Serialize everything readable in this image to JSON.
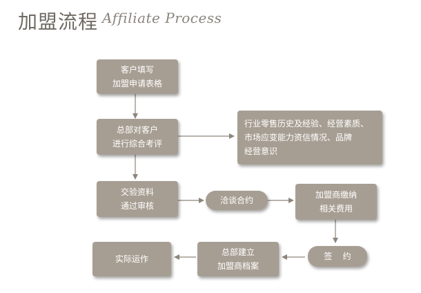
{
  "header": {
    "title_cn": "加盟流程",
    "title_en": "Affiliate Process"
  },
  "steps": {
    "fill_form": {
      "line1": "客户填写",
      "line2": "加盟申请表格"
    },
    "evaluate": {
      "line1": "总部对客户",
      "line2": "进行综合考评"
    },
    "criteria": {
      "line1": "行业零售历史及经验、经营素质、",
      "line2": "市场应变能力资信情况、品牌",
      "line3": "经营意识"
    },
    "submit": {
      "line1": "交验资料",
      "line2": "通过审核"
    },
    "negotiate": {
      "line1": "洽谈合约"
    },
    "pay": {
      "line1": "加盟商缴纳",
      "line2": "相关费用"
    },
    "sign": {
      "line1": "签    约"
    },
    "archive": {
      "line1": "总部建立",
      "line2": "加盟商档案"
    },
    "operate": {
      "line1": "实际运作"
    }
  },
  "colors": {
    "box": "#a79e93",
    "arrow": "#8d857b",
    "title": "#6f6a63"
  }
}
